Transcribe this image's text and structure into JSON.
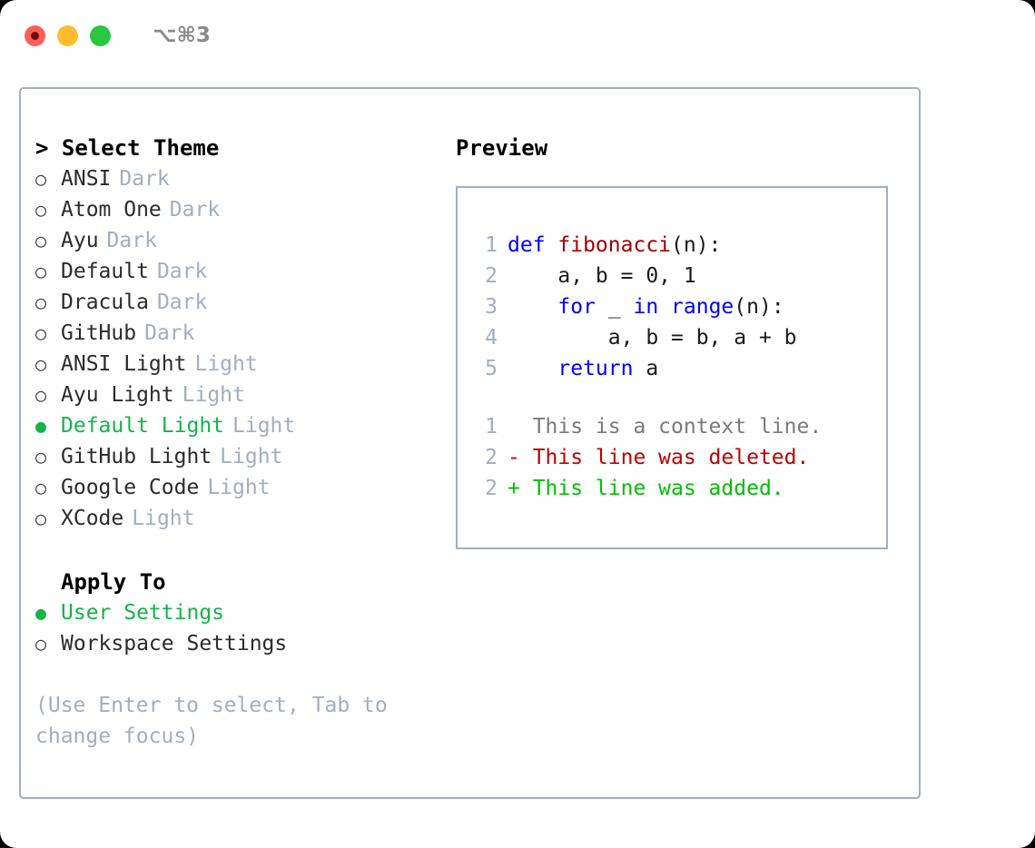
{
  "titlebar": {
    "shortcut": "⌥⌘3",
    "lights": [
      "close",
      "minimize",
      "maximize"
    ]
  },
  "theme_picker": {
    "heading": "> Select Theme",
    "options": [
      {
        "marker": "○",
        "name": "ANSI",
        "kind": "Dark",
        "selected": false
      },
      {
        "marker": "○",
        "name": "Atom One",
        "kind": "Dark",
        "selected": false
      },
      {
        "marker": "○",
        "name": "Ayu",
        "kind": "Dark",
        "selected": false
      },
      {
        "marker": "○",
        "name": "Default",
        "kind": "Dark",
        "selected": false
      },
      {
        "marker": "○",
        "name": "Dracula",
        "kind": "Dark",
        "selected": false
      },
      {
        "marker": "○",
        "name": "GitHub",
        "kind": "Dark",
        "selected": false
      },
      {
        "marker": "○",
        "name": "ANSI Light",
        "kind": "Light",
        "selected": false
      },
      {
        "marker": "○",
        "name": "Ayu Light",
        "kind": "Light",
        "selected": false
      },
      {
        "marker": "●",
        "name": "Default Light",
        "kind": "Light",
        "selected": true
      },
      {
        "marker": "○",
        "name": "GitHub Light",
        "kind": "Light",
        "selected": false
      },
      {
        "marker": "○",
        "name": "Google Code",
        "kind": "Light",
        "selected": false
      },
      {
        "marker": "○",
        "name": "XCode",
        "kind": "Light",
        "selected": false
      }
    ]
  },
  "apply_to": {
    "heading": "Apply To",
    "options": [
      {
        "marker": "●",
        "name": "User Settings",
        "kind": "",
        "selected": true
      },
      {
        "marker": "○",
        "name": "Workspace Settings",
        "kind": "",
        "selected": false
      }
    ]
  },
  "hint": "(Use Enter to select, Tab to change focus)",
  "preview": {
    "title": "Preview",
    "code_lines": [
      {
        "no": "1",
        "tokens": [
          {
            "t": "def ",
            "c": "kw"
          },
          {
            "t": "fibonacci",
            "c": "fn"
          },
          {
            "t": "(n):",
            "c": "plain"
          }
        ]
      },
      {
        "no": "2",
        "tokens": [
          {
            "t": "    a, b = 0, 1",
            "c": "plain"
          }
        ]
      },
      {
        "no": "3",
        "tokens": [
          {
            "t": "    ",
            "c": "plain"
          },
          {
            "t": "for",
            "c": "kw"
          },
          {
            "t": " _ ",
            "c": "plain"
          },
          {
            "t": "in",
            "c": "kw"
          },
          {
            "t": " ",
            "c": "plain"
          },
          {
            "t": "range",
            "c": "kw"
          },
          {
            "t": "(n):",
            "c": "plain"
          }
        ]
      },
      {
        "no": "4",
        "tokens": [
          {
            "t": "        a, b = b, a + b",
            "c": "plain"
          }
        ]
      },
      {
        "no": "5",
        "tokens": [
          {
            "t": "    ",
            "c": "plain"
          },
          {
            "t": "return",
            "c": "kw"
          },
          {
            "t": " a",
            "c": "plain"
          }
        ]
      }
    ],
    "diff_lines": [
      {
        "no": "1",
        "text": "  This is a context line.",
        "kind": "ctx"
      },
      {
        "no": "2",
        "text": "- This line was deleted.",
        "kind": "del"
      },
      {
        "no": "2",
        "text": "+ This line was added.",
        "kind": "add"
      }
    ]
  },
  "colors": {
    "accent_green": "#16b34a",
    "border": "#a3aebf",
    "muted": "#a3aebf",
    "keyword": "#0000ff",
    "function": "#a10000",
    "diff_add": "#00c000",
    "diff_del": "#c00000",
    "light_red": "#ff6058",
    "light_yellow": "#ffbd2e",
    "light_green": "#28c840"
  }
}
